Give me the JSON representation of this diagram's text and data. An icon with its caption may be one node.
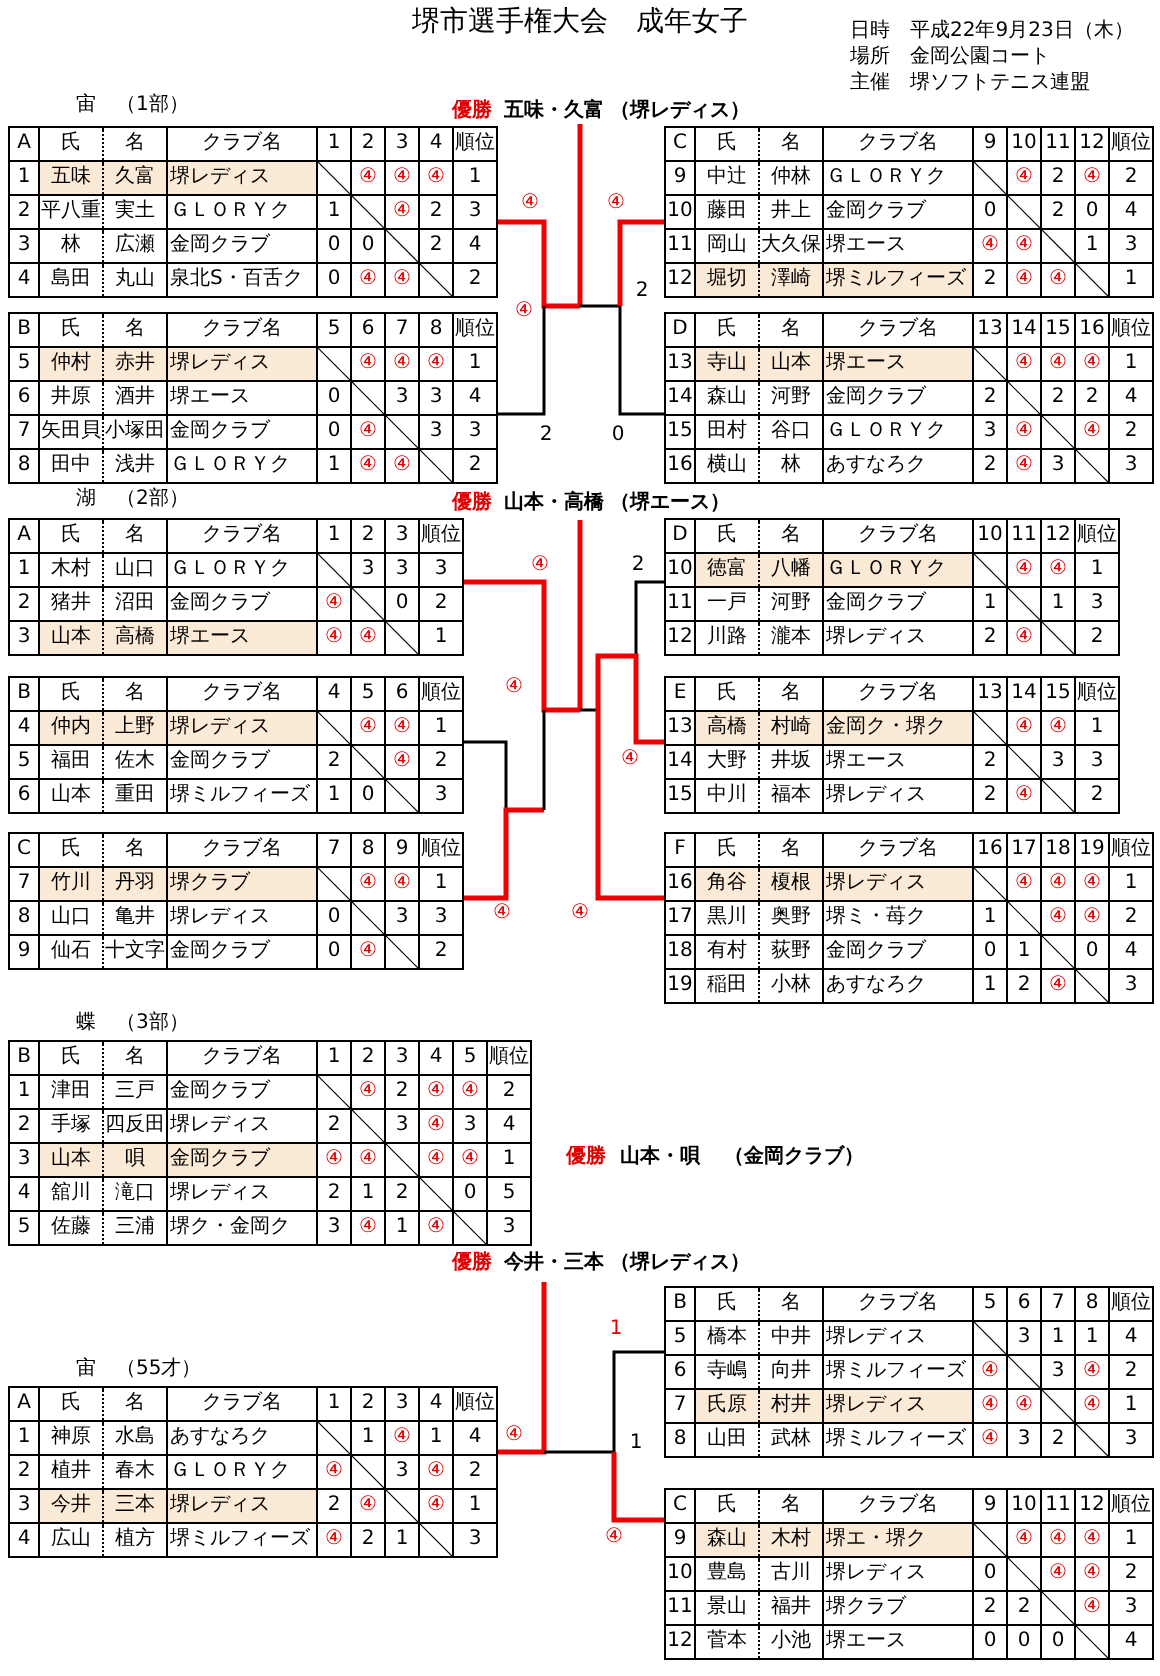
{
  "diagram": {
    "title": "堺市選手権大会　成年女子",
    "labels": [
      "日時　平成22年9月23日（木）",
      "場所　金岡公園コート",
      "主催　堺ソフトテニス連盟",
      "宙　（1部）",
      "優勝",
      "五味・久富",
      "（堺レディス）",
      "A",
      "氏",
      "名",
      "クラブ名",
      "1",
      "2",
      "3",
      "4",
      "順位",
      "1",
      "五味",
      "久富",
      "堺レディス",
      "④",
      "④",
      "④",
      "1",
      "2",
      "平八重",
      "実土",
      "ＧＬＯＲＹク",
      "1",
      "④",
      "2",
      "3",
      "3",
      "林",
      "広瀬",
      "金岡クラブ",
      "0",
      "0",
      "2",
      "4",
      "4",
      "島田",
      "丸山",
      "泉北S・百舌ク",
      "0",
      "④",
      "④",
      "2",
      "C",
      "氏",
      "名",
      "クラブ名",
      "9",
      "10",
      "11",
      "12",
      "順位",
      "9",
      "中辻",
      "仲林",
      "ＧＬＯＲＹク",
      "④",
      "2",
      "④",
      "2",
      "10",
      "藤田",
      "井上",
      "金岡クラブ",
      "0",
      "2",
      "0",
      "4",
      "11",
      "岡山",
      "大久保",
      "堺エース",
      "④",
      "④",
      "1",
      "3",
      "12",
      "堀切",
      "澤崎",
      "堺ミルフィーズ",
      "2",
      "④",
      "④",
      "1",
      "④",
      "④",
      "B",
      "氏",
      "名",
      "クラブ名",
      "5",
      "6",
      "7",
      "8",
      "順位",
      "5",
      "仲村",
      "赤井",
      "堺レディス",
      "④",
      "④",
      "④",
      "1",
      "6",
      "井原",
      "酒井",
      "堺エース",
      "0",
      "3",
      "3",
      "4",
      "7",
      "矢田貝",
      "小塚田",
      "金岡クラブ",
      "0",
      "④",
      "3",
      "3",
      "8",
      "田中",
      "浅井",
      "ＧＬＯＲＹク",
      "1",
      "④",
      "④",
      "2",
      "D",
      "氏",
      "名",
      "クラブ名",
      "13",
      "14",
      "15",
      "16",
      "順位",
      "13",
      "寺山",
      "山本",
      "堺エース",
      "④",
      "④",
      "④",
      "1",
      "14",
      "森山",
      "河野",
      "金岡クラブ",
      "2",
      "2",
      "2",
      "4",
      "15",
      "田村",
      "谷口",
      "ＧＬＯＲＹク",
      "3",
      "④",
      "④",
      "2",
      "16",
      "横山",
      "林",
      "あすなろク",
      "2",
      "④",
      "3",
      "3",
      "④",
      "2",
      "2",
      "0",
      "湖　（2部）",
      "優勝",
      "山本・高橋",
      "（堺エース）",
      "A",
      "氏",
      "名",
      "クラブ名",
      "1",
      "2",
      "3",
      "順位",
      "1",
      "木村",
      "山口",
      "ＧＬＯＲＹク",
      "3",
      "3",
      "3",
      "2",
      "猪井",
      "沼田",
      "金岡クラブ",
      "④",
      "0",
      "2",
      "3",
      "山本",
      "高橋",
      "堺エース",
      "④",
      "④",
      "1",
      "D",
      "氏",
      "名",
      "クラブ名",
      "10",
      "11",
      "12",
      "順位",
      "10",
      "徳富",
      "八幡",
      "ＧＬＯＲＹク",
      "④",
      "④",
      "1",
      "11",
      "一戸",
      "河野",
      "金岡クラブ",
      "1",
      "1",
      "3",
      "12",
      "川路",
      "瀧本",
      "堺レディス",
      "2",
      "④",
      "2",
      "④",
      "2",
      "B",
      "氏",
      "名",
      "クラブ名",
      "4",
      "5",
      "6",
      "順位",
      "4",
      "仲内",
      "上野",
      "堺レディス",
      "④",
      "④",
      "1",
      "5",
      "福田",
      "佐木",
      "金岡クラブ",
      "2",
      "④",
      "2",
      "6",
      "山本",
      "重田",
      "堺ミルフィーズ",
      "1",
      "0",
      "3",
      "E",
      "氏",
      "名",
      "クラブ名",
      "13",
      "14",
      "15",
      "順位",
      "13",
      "高橋",
      "村崎",
      "金岡ク・堺ク",
      "④",
      "④",
      "1",
      "14",
      "大野",
      "井坂",
      "堺エース",
      "2",
      "3",
      "3",
      "15",
      "中川",
      "福本",
      "堺レディス",
      "2",
      "④",
      "2",
      "④",
      "④",
      "C",
      "氏",
      "名",
      "クラブ名",
      "7",
      "8",
      "9",
      "順位",
      "7",
      "竹川",
      "丹羽",
      "堺クラブ",
      "④",
      "④",
      "1",
      "8",
      "山口",
      "亀井",
      "堺レディス",
      "0",
      "3",
      "3",
      "9",
      "仙石",
      "十文字",
      "金岡クラブ",
      "0",
      "④",
      "2",
      "F",
      "氏",
      "名",
      "クラブ名",
      "16",
      "17",
      "18",
      "19",
      "順位",
      "16",
      "角谷",
      "榎根",
      "堺レディス",
      "④",
      "④",
      "④",
      "1",
      "17",
      "黒川",
      "奥野",
      "堺ミ・苺ク",
      "1",
      "④",
      "④",
      "2",
      "18",
      "有村",
      "荻野",
      "金岡クラブ",
      "0",
      "1",
      "0",
      "4",
      "19",
      "稲田",
      "小林",
      "あすなろク",
      "1",
      "2",
      "④",
      "3",
      "④",
      "④",
      "蝶　（3部）",
      "B",
      "氏",
      "名",
      "クラブ名",
      "1",
      "2",
      "3",
      "4",
      "5",
      "順位",
      "1",
      "津田",
      "三戸",
      "金岡クラブ",
      "④",
      "2",
      "④",
      "④",
      "2",
      "2",
      "手塚",
      "四反田",
      "堺レディス",
      "2",
      "3",
      "④",
      "3",
      "4",
      "3",
      "山本",
      "唄",
      "金岡クラブ",
      "④",
      "④",
      "④",
      "④",
      "1",
      "4",
      "舘川",
      "滝口",
      "堺レディス",
      "2",
      "1",
      "2",
      "0",
      "5",
      "5",
      "佐藤",
      "三浦",
      "堺ク・金岡ク",
      "3",
      "④",
      "1",
      "④",
      "3",
      "優勝",
      "山本・唄",
      "（金岡クラブ）",
      "優勝",
      "今井・三本",
      "（堺レディス）",
      "B",
      "氏",
      "名",
      "クラブ名",
      "5",
      "6",
      "7",
      "8",
      "順位",
      "5",
      "橋本",
      "中井",
      "堺レディス",
      "3",
      "1",
      "1",
      "4",
      "6",
      "寺嶋",
      "向井",
      "堺ミルフィーズ",
      "④",
      "3",
      "④",
      "2",
      "7",
      "氏原",
      "村井",
      "堺レディス",
      "④",
      "④",
      "④",
      "1",
      "8",
      "山田",
      "武林",
      "堺ミルフィーズ",
      "④",
      "3",
      "2",
      "3",
      "1",
      "宙　（55才）",
      "A",
      "氏",
      "名",
      "クラブ名",
      "1",
      "2",
      "3",
      "4",
      "順位",
      "1",
      "神原",
      "水島",
      "あすなろク",
      "1",
      "④",
      "1",
      "4",
      "2",
      "植井",
      "春木",
      "ＧＬＯＲＹク",
      "④",
      "3",
      "④",
      "2",
      "3",
      "今井",
      "三本",
      "堺レディス",
      "2",
      "④",
      "④",
      "1",
      "4",
      "広山",
      "植方",
      "堺ミルフィーズ",
      "④",
      "2",
      "1",
      "3",
      "④",
      "1",
      "C",
      "氏",
      "名",
      "クラブ名",
      "9",
      "10",
      "11",
      "12",
      "順位",
      "9",
      "森山",
      "木村",
      "堺エ・堺ク",
      "④",
      "④",
      "④",
      "1",
      "10",
      "豊島",
      "古川",
      "堺レディス",
      "0",
      "④",
      "④",
      "2",
      "11",
      "景山",
      "福井",
      "堺クラブ",
      "2",
      "2",
      "④",
      "3",
      "12",
      "菅本",
      "小池",
      "堺エース",
      "0",
      "0",
      "0",
      "4",
      "④"
    ]
  }
}
